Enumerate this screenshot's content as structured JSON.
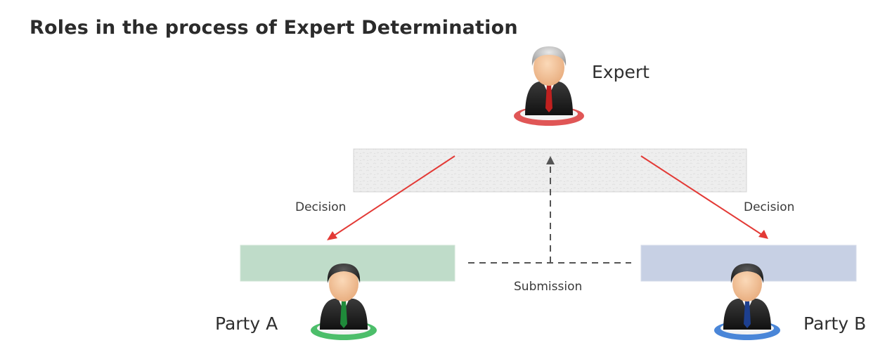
{
  "title": "Roles in the process of Expert Determination",
  "roles": {
    "expert": {
      "label": "Expert",
      "ring_color": "#e05656",
      "tie_color": "#c0201f"
    },
    "party_a": {
      "label": "Party A",
      "ring_color": "#4cbe6a",
      "tie_color": "#1f8a3a"
    },
    "party_b": {
      "label": "Party B",
      "ring_color": "#4a86d8",
      "tie_color": "#1d3f8f"
    }
  },
  "flows": {
    "decision_left": "Decision",
    "decision_right": "Decision",
    "submission": "Submission"
  },
  "colors": {
    "expert_box": "#eeeeee",
    "party_a_box": "#bfdcc9",
    "party_b_box": "#c7d0e4",
    "decision_arrow": "#e33a36",
    "submission_line": "#555555"
  }
}
